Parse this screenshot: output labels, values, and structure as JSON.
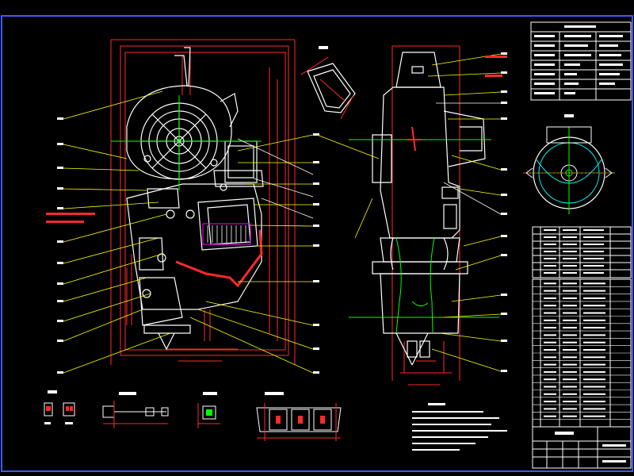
{
  "drawing": {
    "background": "#000000",
    "colors": {
      "frame": "#3d5afe",
      "dimension": "#ff2a2a",
      "leader": "#ffff00",
      "outline": "#ffffff",
      "centerline": "#00ff00",
      "cyan": "#00ffff",
      "magenta": "#ff00ff"
    },
    "views": [
      {
        "name": "front-view"
      },
      {
        "name": "side-view"
      },
      {
        "name": "detail-view-top"
      },
      {
        "name": "detail-view-right"
      }
    ],
    "details": [
      {
        "label": "",
        "name": "detail-connector"
      },
      {
        "label": "",
        "name": "detail-cable"
      },
      {
        "label": "",
        "name": "detail-clip"
      },
      {
        "label": "",
        "name": "detail-seal"
      }
    ],
    "notes_title": "",
    "title_block": {
      "title": ""
    }
  }
}
